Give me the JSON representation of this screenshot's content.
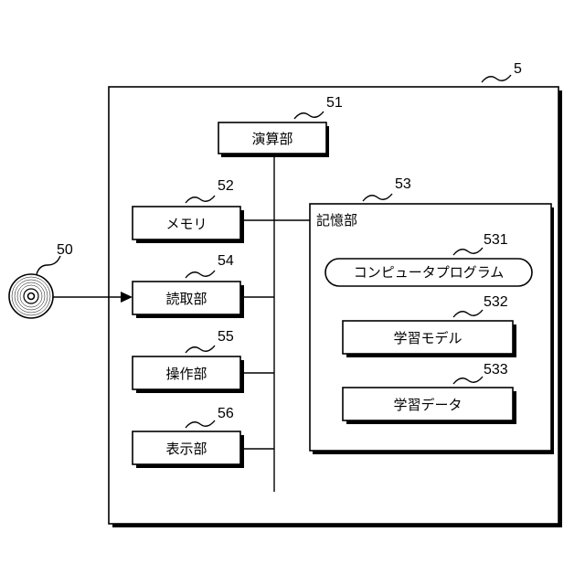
{
  "device": {
    "ref": "5"
  },
  "disk": {
    "ref": "50"
  },
  "arithmetic_unit": {
    "label": "演算部",
    "ref": "51"
  },
  "memory": {
    "label": "メモリ",
    "ref": "52"
  },
  "storage_unit": {
    "label": "記憶部",
    "ref": "53"
  },
  "reading_unit": {
    "label": "読取部",
    "ref": "54"
  },
  "operation_unit": {
    "label": "操作部",
    "ref": "55"
  },
  "display_unit": {
    "label": "表示部",
    "ref": "56"
  },
  "computer_program": {
    "label": "コンピュータプログラム",
    "ref": "531"
  },
  "learning_model": {
    "label": "学習モデル",
    "ref": "532"
  },
  "learning_data": {
    "label": "学習データ",
    "ref": "533"
  }
}
